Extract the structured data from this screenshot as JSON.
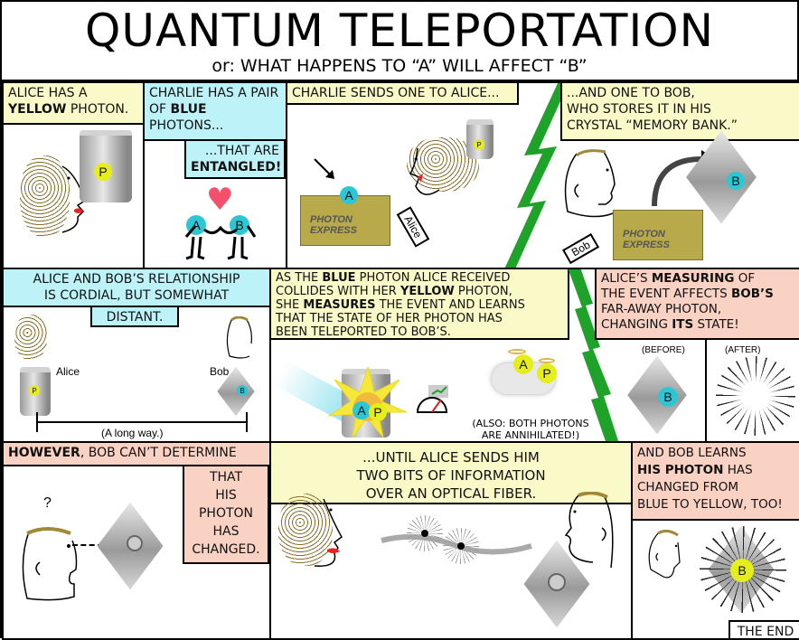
{
  "header": {
    "title": "QUANTUM TELEPORTATION",
    "subtitle": "or:  WHAT HAPPENS TO “A” WILL AFFECT “B”"
  },
  "colors": {
    "caption_yellow": "#fafac8",
    "caption_blue": "#bdf3f8",
    "caption_pink": "#fad2c3",
    "photon_blue": "#2dc6d4",
    "photon_yellow": "#e5ee1c",
    "lightning_green": "#1fa22a",
    "box_olive": "#b8a94a",
    "heart_pink": "#f2506b"
  },
  "panels": [
    {
      "id": 1,
      "caption": {
        "pre": "ALICE HAS A",
        "bold": "YELLOW",
        "post": "PHOTON."
      },
      "photon_label": "P"
    },
    {
      "id": 2,
      "caption": {
        "pre": "CHARLIE HAS A PAIR OF",
        "bold": "BLUE",
        "post": "PHOTONS..."
      },
      "caption2": {
        "pre": "...THAT ARE",
        "bold": "ENTANGLED!"
      },
      "photons": [
        "A",
        "B"
      ]
    },
    {
      "id": 3,
      "caption": "CHARLIE SENDS ONE TO ALICE...",
      "photon_label": "A",
      "can_label": "P",
      "box_line1": "PHOTON",
      "box_line2": "EXPRESS",
      "tag": "Alice"
    },
    {
      "id": 4,
      "caption_line1": "...AND ONE TO BOB,",
      "caption_line2": "WHO STORES IT IN HIS",
      "caption_line3": "CRYSTAL “MEMORY BANK.”",
      "photon_label": "B",
      "box_line1": "PHOTON",
      "box_line2": "EXPRESS",
      "tag": "Bob"
    },
    {
      "id": 5,
      "caption_line1": "ALICE AND BOB’S RELATIONSHIP",
      "caption_line2": "IS CORDIAL, BUT SOMEWHAT",
      "caption_line3": "DISTANT.",
      "alice_label": "Alice",
      "bob_label": "Bob",
      "distance_label": "(A long way.)",
      "alice_photon": "P",
      "bob_photon": "B"
    },
    {
      "id": 6,
      "caption": {
        "l1_pre": "AS THE",
        "l1_bold": "BLUE",
        "l1_post": "PHOTON ALICE RECEIVED",
        "l2_pre": "COLLIDES WITH HER",
        "l2_bold": "YELLOW",
        "l2_post": "PHOTON,",
        "l3_pre": "SHE",
        "l3_bold": "MEASURES",
        "l3_post": "THE EVENT AND LEARNS",
        "l4": "THAT THE STATE OF HER PHOTON HAS",
        "l5": "BEEN TELEPORTED TO BOB’S."
      },
      "photons": [
        "A",
        "P"
      ],
      "note_line1": "(ALSO: BOTH PHOTONS",
      "note_line2": "ARE ANNIHILATED!)"
    },
    {
      "id": 7,
      "caption": {
        "l1_pre": "ALICE’S",
        "l1_bold": "MEASURING",
        "l1_post": "OF",
        "l2_pre": "THE EVENT AFFECTS",
        "l2_bold": "BOB’S",
        "l3": "FAR-AWAY PHOTON,",
        "l4_pre": "CHANGING",
        "l4_bold": "ITS",
        "l4_post": "STATE!"
      },
      "before_label": "(BEFORE)",
      "after_label": "(AFTER)",
      "photon_label": "B"
    },
    {
      "id": 8,
      "caption": {
        "bold": "HOWEVER",
        "post": ", BOB CAN’T DETERMINE"
      },
      "caption2": [
        "THAT",
        "HIS",
        "PHOTON",
        "HAS",
        "CHANGED."
      ],
      "question_mark": "?"
    },
    {
      "id": 9,
      "caption_line1": "...UNTIL ALICE SENDS HIM",
      "caption_line2": "TWO BITS OF INFORMATION",
      "caption_line3": "OVER AN OPTICAL FIBER."
    },
    {
      "id": 10,
      "caption": {
        "l1": "AND BOB LEARNS",
        "l2_bold": "HIS PHOTON",
        "l2_post": "HAS",
        "l3": "CHANGED FROM",
        "l4": "BLUE TO YELLOW, TOO!"
      },
      "photon_label": "B",
      "end_label": "THE END"
    }
  ]
}
